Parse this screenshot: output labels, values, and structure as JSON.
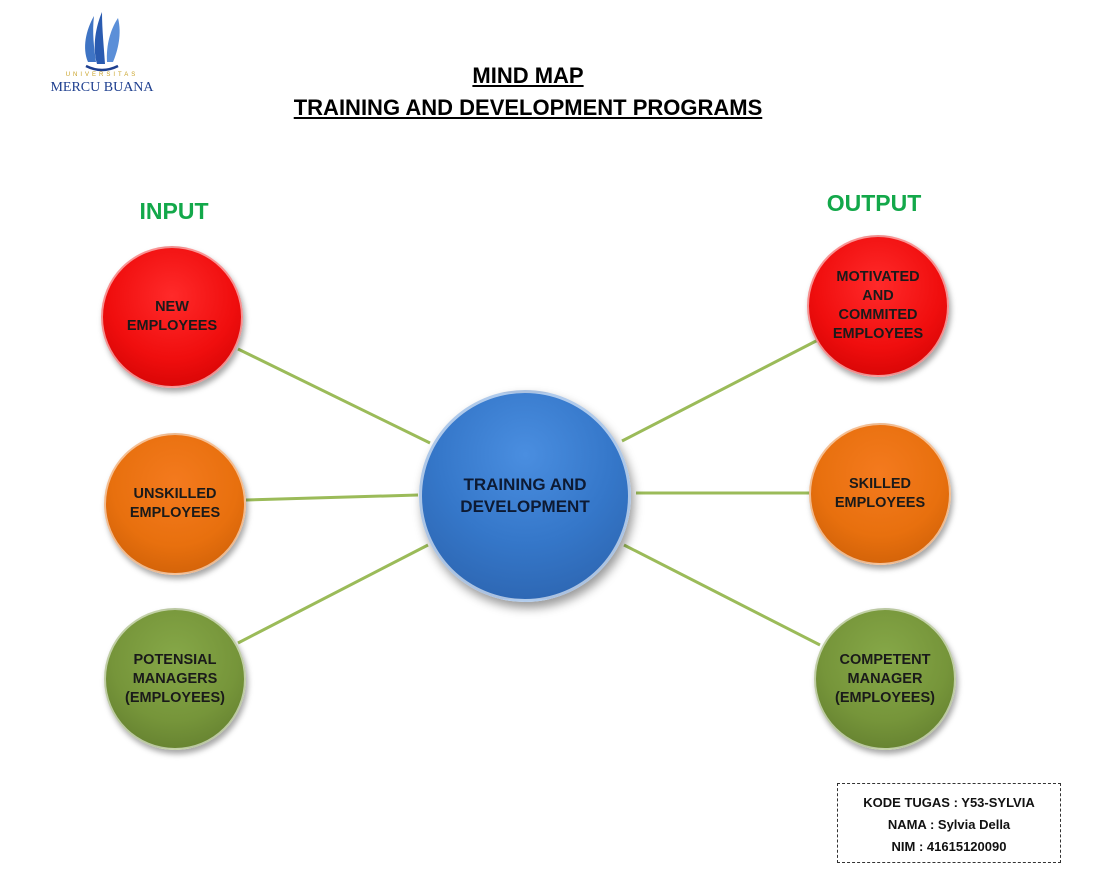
{
  "logo": {
    "sub": "UNIVERSITAS",
    "name": "MERCU BUANA"
  },
  "title": {
    "line1": "MIND MAP",
    "line2": "TRAINING AND DEVELOPMENT PROGRAMS"
  },
  "labels": {
    "input": "INPUT",
    "output": "OUTPUT"
  },
  "center": {
    "text": "TRAINING AND\nDEVELOPMENT",
    "color": "#3577c9"
  },
  "inputs": [
    {
      "text": "NEW\nEMPLOYEES",
      "color": "#f00e0e"
    },
    {
      "text": "UNSKILLED\nEMPLOYEES",
      "color": "#e8700e"
    },
    {
      "text": "POTENSIAL\nMANAGERS\n(EMPLOYEES)",
      "color": "#76953a"
    }
  ],
  "outputs": [
    {
      "text": "MOTIVATED\nAND\nCOMMITED\nEMPLOYEES",
      "color": "#f00e0e"
    },
    {
      "text": "SKILLED\nEMPLOYEES",
      "color": "#e8700e"
    },
    {
      "text": "COMPETENT\nMANAGER\n(EMPLOYEES)",
      "color": "#76953a"
    }
  ],
  "connector_color": "#9bbb59",
  "label_color": "#13a84a",
  "info": {
    "kode": "KODE TUGAS : Y53-SYLVIA",
    "nama": "NAMA : Sylvia Della",
    "nim": "NIM : 41615120090"
  }
}
